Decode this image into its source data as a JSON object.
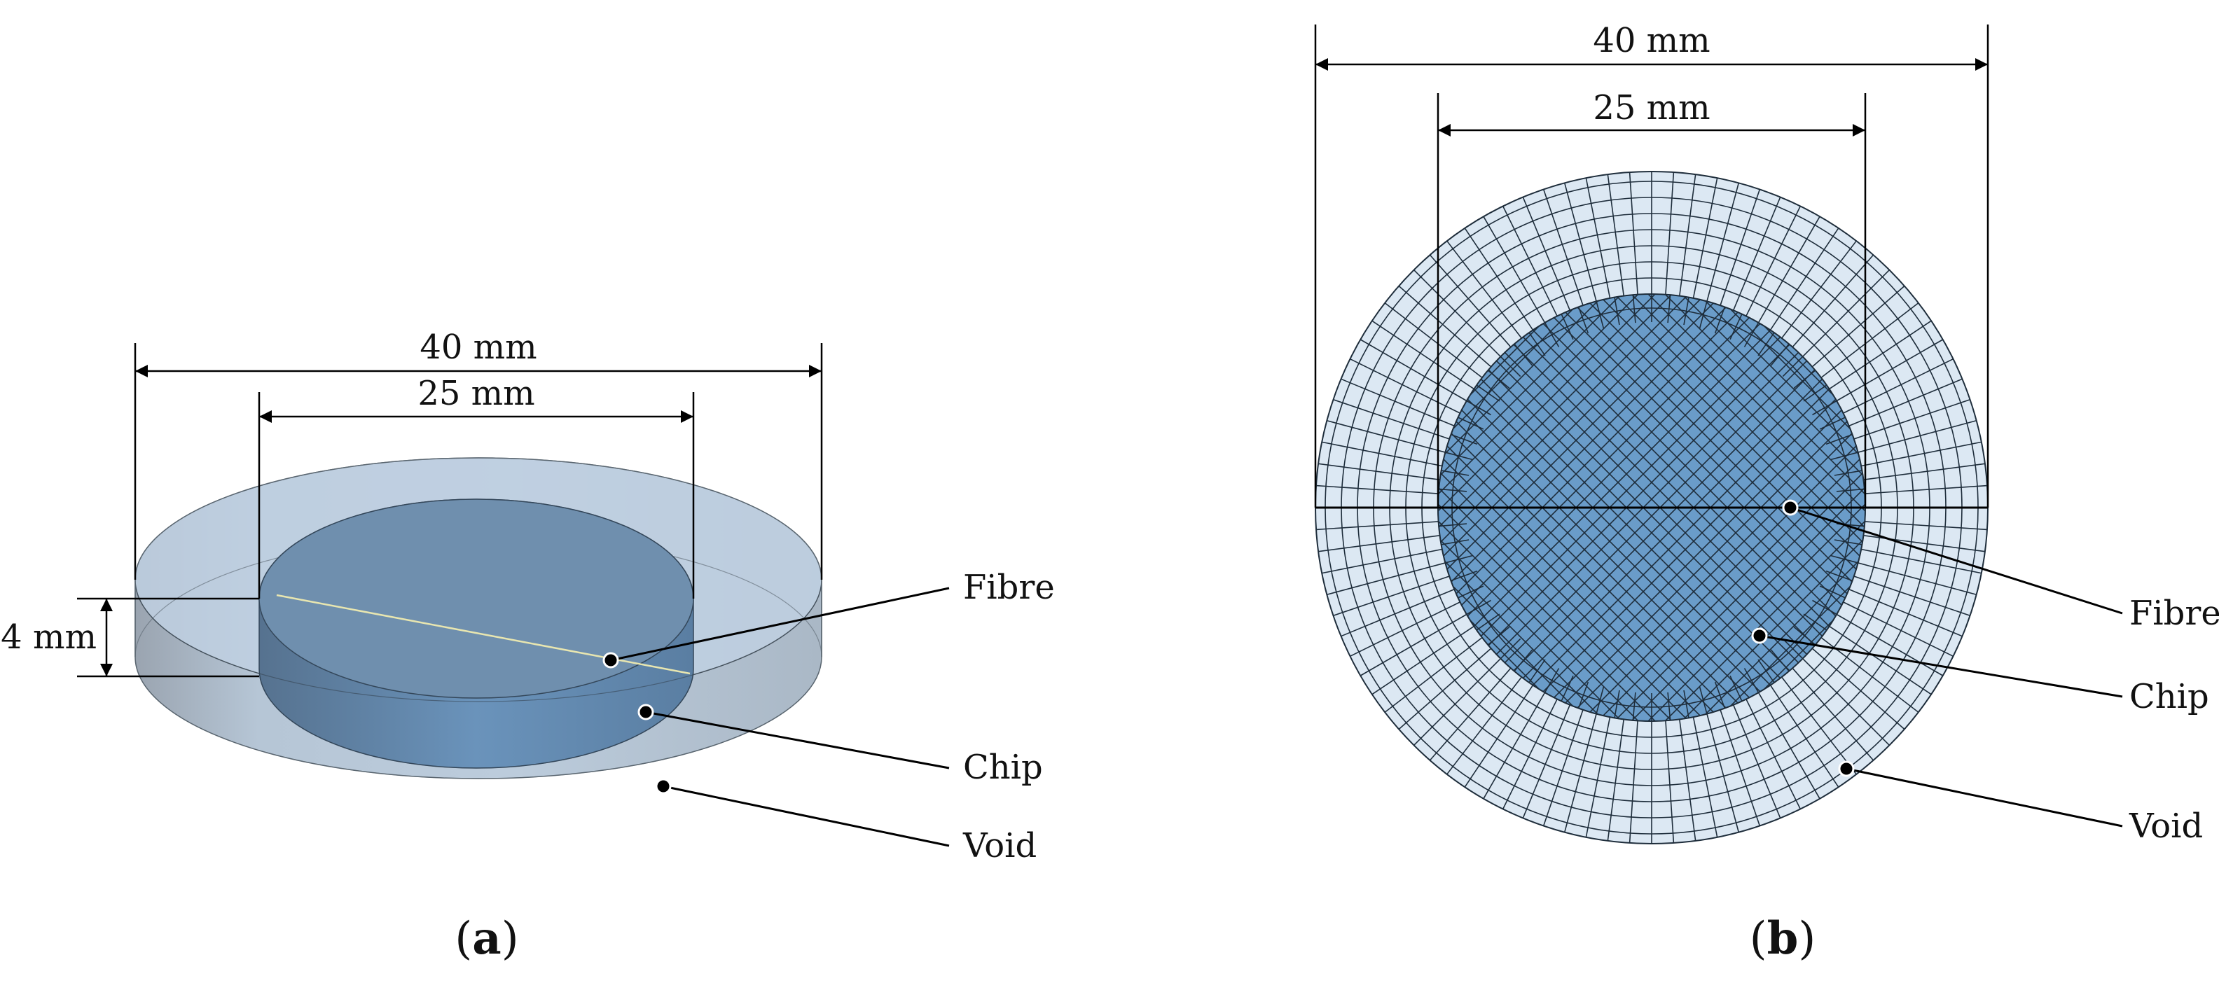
{
  "panel_a": {
    "dims": {
      "outer": "40 mm",
      "inner": "25 mm",
      "height": "4 mm"
    },
    "labels": {
      "fibre": "Fibre",
      "chip": "Chip",
      "void": "Void"
    },
    "caption": {
      "open": "(",
      "letter": "a",
      "close": ")"
    }
  },
  "panel_b": {
    "dims": {
      "outer": "40 mm",
      "inner": "25 mm"
    },
    "labels": {
      "fibre": "Fibre",
      "chip": "Chip",
      "void": "Void"
    },
    "caption": {
      "open": "(",
      "letter": "b",
      "close": ")"
    }
  },
  "colors": {
    "chip": "#6a9cc9",
    "void": "#dce8f3",
    "void_3d": "#b9cadb",
    "mesh": "#1e2d3b",
    "fibre": "#e8e6b0",
    "line": "#000000"
  }
}
